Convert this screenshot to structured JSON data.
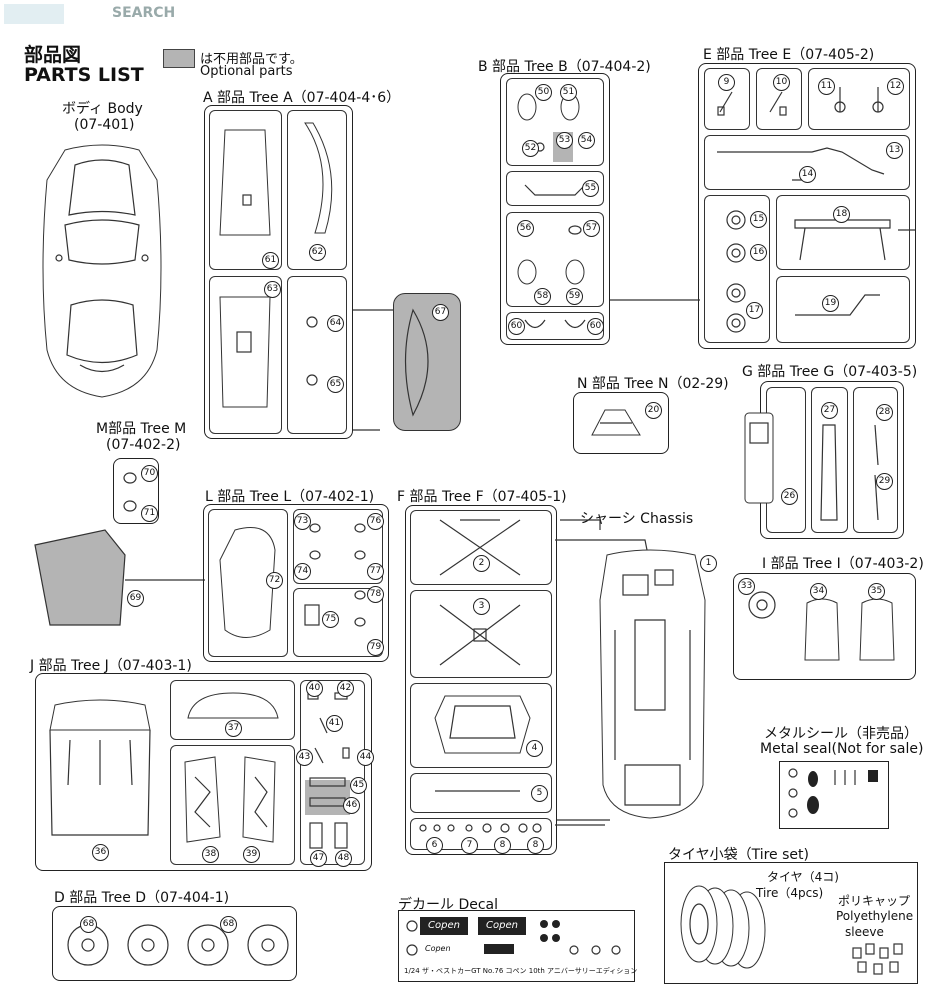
{
  "watermark": "SEARCH",
  "header": {
    "jp": "部品図",
    "en": "PARTS LIST"
  },
  "legend": {
    "jp": "は不用部品です。",
    "en": "Optional parts"
  },
  "body_part": {
    "jp": "ボディ Body",
    "code": "(07-401)"
  },
  "trees": {
    "A": "A 部品 Tree A（07-404-4･6）",
    "B": "B 部品 Tree B（07-404-2)",
    "E": "E 部品 Tree E（07-405-2)",
    "N": "N 部品 Tree N（02-29)",
    "G": "G 部品 Tree G（07-403-5)",
    "M1": "M部品 Tree M",
    "M2": "(07-402-2)",
    "L": "L 部品 Tree L（07-402-1)",
    "F": "F 部品 Tree F（07-405-1)",
    "I": "I 部品 Tree I（07-403-2)",
    "J": "J 部品 Tree J（07-403-1)",
    "D": "D 部品 Tree D（07-404-1)"
  },
  "chassis": "シャーシ Chassis",
  "metal_seal": {
    "jp": "メタルシール（非売品）",
    "en": "Metal seal(Not for sale)"
  },
  "tire_set": {
    "title": "タイヤ小袋（Tire set)",
    "jp": "タイヤ（4コ)",
    "en": "Tire（4pcs)",
    "poly_jp": "ポリキャップ",
    "poly_en1": "Polyethylene",
    "poly_en2": "sleeve"
  },
  "decal": {
    "title": "デカール Decal",
    "brand": "Copen",
    "footer": "1/24 ザ・ベストカーGT No.76  コペン 10th アニバーサリーエディション"
  },
  "numbers": {
    "n1": "1",
    "n2": "2",
    "n3": "3",
    "n4": "4",
    "n5": "5",
    "n6": "6",
    "n7": "7",
    "n8": "8",
    "n9": "9",
    "n10": "10",
    "n11": "11",
    "n12": "12",
    "n13": "13",
    "n14": "14",
    "n15": "15",
    "n16": "16",
    "n17": "17",
    "n18": "18",
    "n19": "19",
    "n20": "20",
    "n26": "26",
    "n27": "27",
    "n28": "28",
    "n29": "29",
    "n33": "33",
    "n34": "34",
    "n35": "35",
    "n36": "36",
    "n37": "37",
    "n38": "38",
    "n39": "39",
    "n40": "40",
    "n41": "41",
    "n42": "42",
    "n43": "43",
    "n44": "44",
    "n45": "45",
    "n46": "46",
    "n47": "47",
    "n48": "48",
    "n50": "50",
    "n51": "51",
    "n52": "52",
    "n53": "53",
    "n54": "54",
    "n55": "55",
    "n56": "56",
    "n57": "57",
    "n58": "58",
    "n59": "59",
    "n60": "60",
    "n61": "61",
    "n62": "62",
    "n63": "63",
    "n64": "64",
    "n65": "65",
    "n67": "67",
    "n68": "68",
    "n69": "69",
    "n70": "70",
    "n71": "71",
    "n72": "72",
    "n73": "73",
    "n74": "74",
    "n75": "75",
    "n76": "76",
    "n77": "77",
    "n78": "78",
    "n79": "79"
  }
}
